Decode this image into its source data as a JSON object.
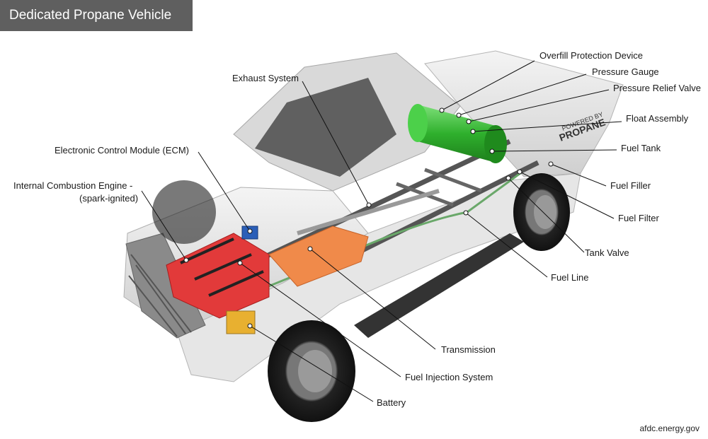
{
  "title": "Dedicated Propane Vehicle",
  "credit": "afdc.energy.gov",
  "tank_badge": [
    "POWERED BY",
    "PROPANE"
  ],
  "labels": {
    "overfill": "Overfill Protection Device",
    "pressure_gauge": "Pressure Gauge",
    "relief_valve": "Pressure Relief Valve",
    "float_assembly": "Float Assembly",
    "fuel_tank": "Fuel Tank",
    "fuel_filler": "Fuel Filler",
    "fuel_filter": "Fuel Filter",
    "tank_valve": "Tank Valve",
    "fuel_line": "Fuel Line",
    "exhaust": "Exhaust System",
    "ecm": "Electronic Control Module (ECM)",
    "engine_line1": "Internal Combustion Engine -",
    "engine_line2": "(spark-ignited)",
    "transmission": "Transmission",
    "fuel_injection": "Fuel Injection System",
    "battery": "Battery"
  },
  "colors": {
    "title_bg": "#5f5f5f",
    "tank": "#3cc13a",
    "engine": "#e23a3a",
    "transmission": "#f08a4a",
    "battery": "#e8b030",
    "ecm": "#2b5fb8"
  }
}
